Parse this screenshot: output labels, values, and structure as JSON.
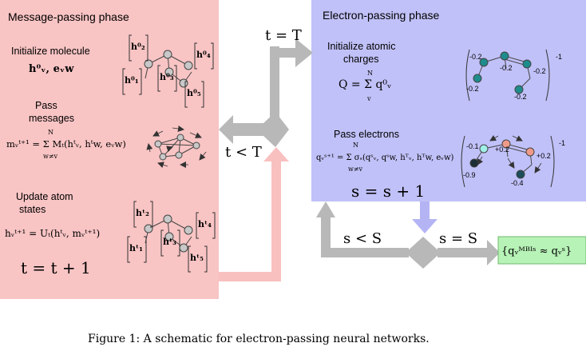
{
  "colors": {
    "message_panel": "#f9c4c4",
    "electron_panel": "#c1c1f9",
    "result_box": "#b7f2b7",
    "gray_arrow": "#b8b8b8",
    "pink_arrow": "#f9c0c0",
    "blue_arrow": "#b4b4f4",
    "node_gray": "#c8c8c8",
    "node_teal": "#1e8c8c",
    "node_cyan": "#a0f0e8",
    "node_salmon": "#f09a8a",
    "node_dark_teal": "#1b4d5a",
    "node_dark": "#1b2d35"
  },
  "message_phase": {
    "title": "Message-passing phase",
    "init": {
      "label": "Initialize molecule",
      "formula": "h⁰ᵥ, eᵥw",
      "nodes": [
        "h⁰₂",
        "h⁰₄",
        "h⁰₁",
        "h⁰₃",
        "h⁰₅"
      ]
    },
    "pass": {
      "label_line1": "Pass",
      "label_line2": "messages",
      "formula": "mᵥᵗ⁺¹ = Σ Mₜ(hᵗᵥ, hᵗw, eᵥw)",
      "sum_top": "N",
      "sum_bottom": "w≠v"
    },
    "update": {
      "label_line1": "Update atom",
      "label_line2": "states",
      "formula": "hᵥᵗ⁺¹ = Uₜ(hᵗᵥ, mᵥᵗ⁺¹)",
      "nodes": [
        "hᵗ₂",
        "hᵗ₄",
        "hᵗ₁",
        "hᵗ₃",
        "hᵗ₅"
      ]
    },
    "increment": "t = t + 1"
  },
  "electron_phase": {
    "title": "Electron-passing phase",
    "init": {
      "label_line1": "Initialize atomic",
      "label_line2": "charges",
      "formula": "Q = Σ q⁰ᵥ",
      "sum_top": "N",
      "sum_bottom": "v",
      "charges": [
        "-0.2",
        "-0.2",
        "-0.2",
        "-0.2",
        "-0.2"
      ],
      "total": "-1"
    },
    "pass": {
      "label": "Pass electrons",
      "formula": "qᵥˢ⁺¹ = Σ σₛ(qˢᵥ, qˢw, hᵀᵥ, hᵀw, eᵥw)",
      "sum_top": "N",
      "sum_bottom": "w≠v",
      "charges": [
        "-0.1",
        "+0.2",
        "+0.2",
        "-0.9",
        "-0.4"
      ],
      "total": "-1"
    },
    "increment": "s = s + 1"
  },
  "flow": {
    "t_equals_T": "t = T",
    "t_less_T": "t < T",
    "s_less_S": "s < S",
    "s_equals_S": "s = S",
    "result": "{qᵥᴹᴮᴵˢ ≈ qᵥˢ}"
  },
  "caption": "Figure 1: A schematic for electron-passing neural networks."
}
